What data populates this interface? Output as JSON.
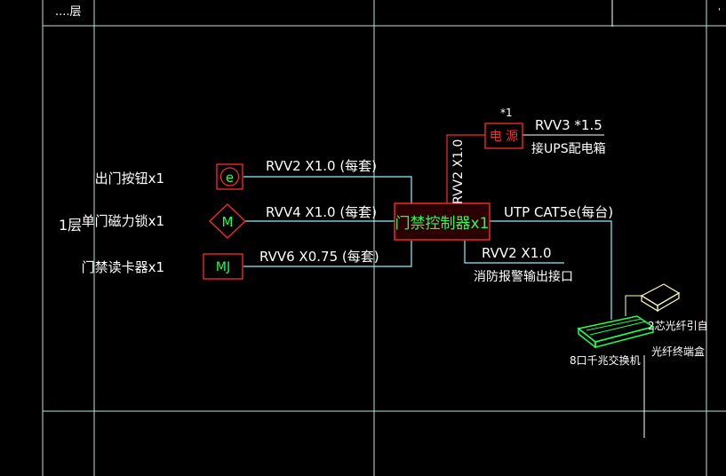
{
  "colors": {
    "background": "#000000",
    "grid": "#b7e6d8",
    "label": "#ffffff",
    "device_stroke": "#ff2a2a",
    "device_fill": "#7a0000",
    "device_text": "#22ff4a",
    "wire": "#8ff0ff",
    "switch": "#22ff4a",
    "odf": "#ffffbb"
  },
  "header": {
    "floor_label_top": "....层"
  },
  "floor_label": "1层",
  "devices": {
    "exit_button": {
      "label": "出门按钮x1",
      "symbol": "e",
      "cable": "RVV2 X1.0 (每套)"
    },
    "magnetic_lock": {
      "label": "单门磁力锁x1",
      "symbol": "M",
      "cable": "RVV4 X1.0 (每套)"
    },
    "card_reader": {
      "label": "门禁读卡器x1",
      "symbol": "MJ",
      "cable": "RVV6 X0.75 (每套)"
    }
  },
  "controller": {
    "label": "门禁控制器x1"
  },
  "power": {
    "mark": "*1",
    "label": "电 源",
    "cable_vertical": "RVV2 X1.0",
    "cable_top": "RVV3 *1.5",
    "note": "接UPS配电箱"
  },
  "network": {
    "cable": "UTP CAT5e(每台)"
  },
  "fire_alarm": {
    "cable": "RVV2 X1.0",
    "label": "消防报警输出接口"
  },
  "switch": {
    "label": "8口千兆交换机"
  },
  "odf": {
    "label_line1": "2芯光纤引自",
    "label_line2": "光纤终端盒"
  }
}
